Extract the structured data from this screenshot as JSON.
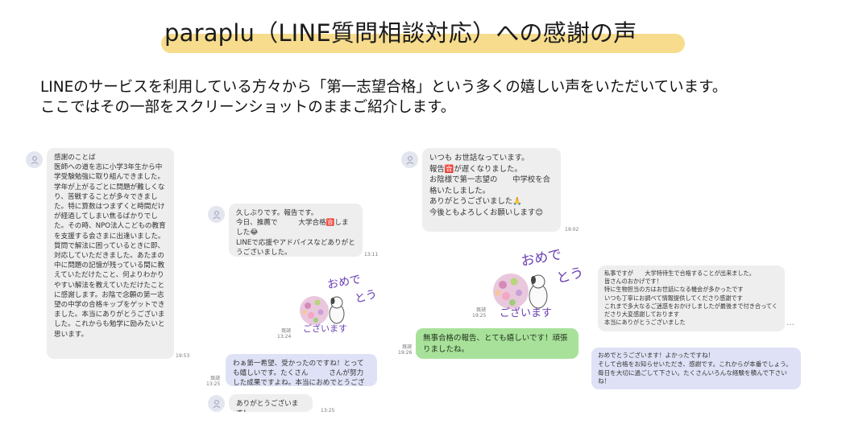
{
  "header": {
    "title": "paraplu（LINE質問相談対応）への感謝の声"
  },
  "intro": {
    "line1": "LINEのサービスを利用している方々から「第一志望合格」という多くの嬉しい声をいただいています。",
    "line2": "ここではその一部をスクリーンショットのままご紹介します。"
  },
  "chat1": {
    "message": "感謝のことば\n医師への道を志に小学3年生から中学受験勉強に取り組んできました。学年が上がるごとに問題が難しくなり、苦戦することが多々できました。特に算数はつまずくと時間だけが経過してしまい焦るばかりでした。その時、NPO法人こどもの教育を支援する会さまに出逢いました。質問で解法に困っているときに即、対応していただきました。あたまの中に問題の記憶が残っている間に教えていただけたこと、何よりわかりやすい解法を教えていただけたことに感謝します。お陰で念願の第一志望の中学の合格キップをゲットできました。本当にありがとうございました。これからも勉学に励みたいと思います。",
    "time": "19:53"
  },
  "chat2": {
    "message1": "久しぶりです。報告です。\n今日、推薦で　　　大学合格🈴しました😂\nLINEで応援やアドバイスなどありがとうございました。",
    "time1": "13:11",
    "sticker_text_1": "おめで",
    "sticker_text_2": "とう",
    "sticker_text_3": "ございます",
    "sticker_time": "既読\n13:24",
    "message2": "わぁ第一希望、受かったのですね！とっても嬉しいです。たくさん　　　さんが努力した成果ですよね。本当におめでとうございます🈴",
    "time2": "既読\n13:25",
    "message3": "ありがとうございます！",
    "time3": "13:25"
  },
  "chat3": {
    "message1": "いつも お世話なっています。\n報告🈴が遅くなりました。\nお陰様で第一志望の　　中学校を合格いたしました。\nありがとうございました🙏\n今後ともよろしくお願いします😊",
    "time1": "19:02",
    "sticker_text_1": "おめで",
    "sticker_text_2": "とう",
    "sticker_text_3": "ございます",
    "sticker_time": "既読\n19:25",
    "message2": "無事合格の報告、とても嬉しいです！頑張りましたね。",
    "time2": "既読\n19:26"
  },
  "chat4": {
    "message1": "私事ですが　　大学特待生で合格することが出来ました。\n皆さんのおかげです！\n特に生物担当の方はお世話になる機会が多かったです\nいつも丁寧にお調べて情報提供してくださり感謝です\nこれまで多大なるご迷惑をおかけしましたが最後まで付き合ってくださり大変感謝しております\n本当にありがとうございました",
    "dots": "…",
    "message2": "おめでとうございます！よかったですね！\nそして合格をお知らせいただき、感謝です。これからが本番でしょう。毎日を大切に過ごして下さい。たくさんいろんな経験を積んで下さいね！"
  }
}
